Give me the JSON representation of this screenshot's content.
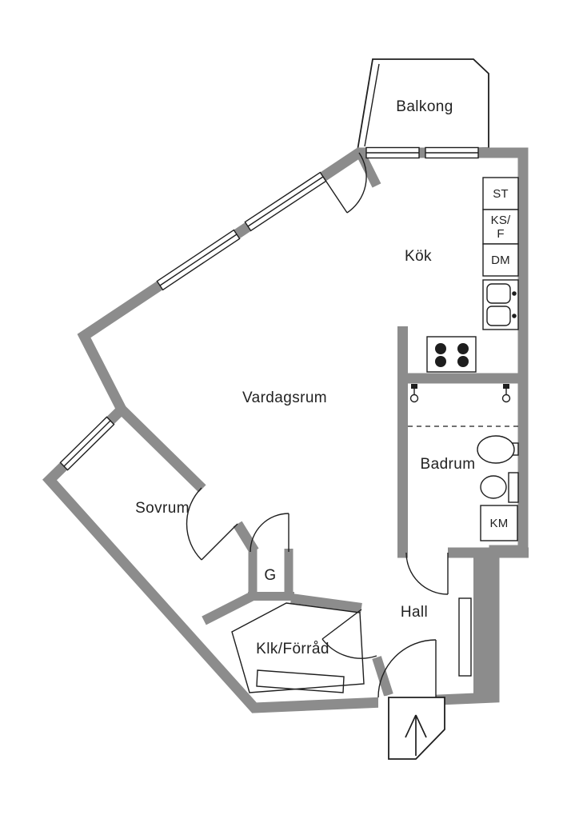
{
  "colors": {
    "wall": "#8c8c8c",
    "line": "#1e1e1e",
    "floor": "#ffffff"
  },
  "floorplan": {
    "rooms": {
      "balcony": {
        "label": "Balkong"
      },
      "kitchen": {
        "label": "Kök"
      },
      "living": {
        "label": "Vardagsrum"
      },
      "bedroom": {
        "label": "Sovrum"
      },
      "bathroom": {
        "label": "Badrum"
      },
      "hall": {
        "label": "Hall"
      },
      "storage": {
        "label": "Klk/Förråd"
      },
      "wardrobe": {
        "label": "G"
      }
    },
    "appliances": {
      "tall_cabinet": "ST",
      "fridge_freezer_line1": "KS/",
      "fridge_freezer_line2": "F",
      "dishwasher": "DM",
      "washing_machine": "KM"
    }
  }
}
